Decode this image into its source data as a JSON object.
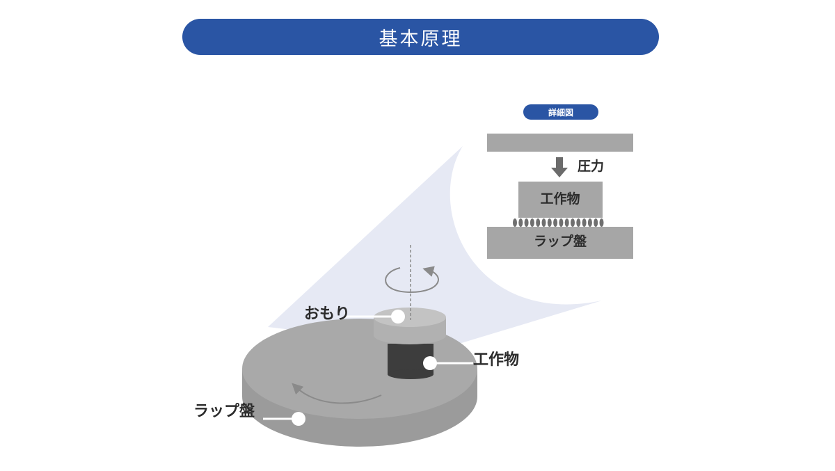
{
  "header": {
    "title": "基本原理"
  },
  "detail": {
    "badge": "詳細図",
    "pressure_label": "圧力",
    "workpiece_label": "工作物",
    "lap_label": "ラップ盤"
  },
  "main": {
    "weight_label": "おもり",
    "workpiece_label": "工作物",
    "lap_label": "ラップ盤"
  },
  "colors": {
    "accent": "#2a55a4",
    "plate": "#a6a6a6",
    "plate_side": "#9a9a9a",
    "workpiece_dark": "#3c3c3c",
    "beam": "#e6e9f4"
  }
}
